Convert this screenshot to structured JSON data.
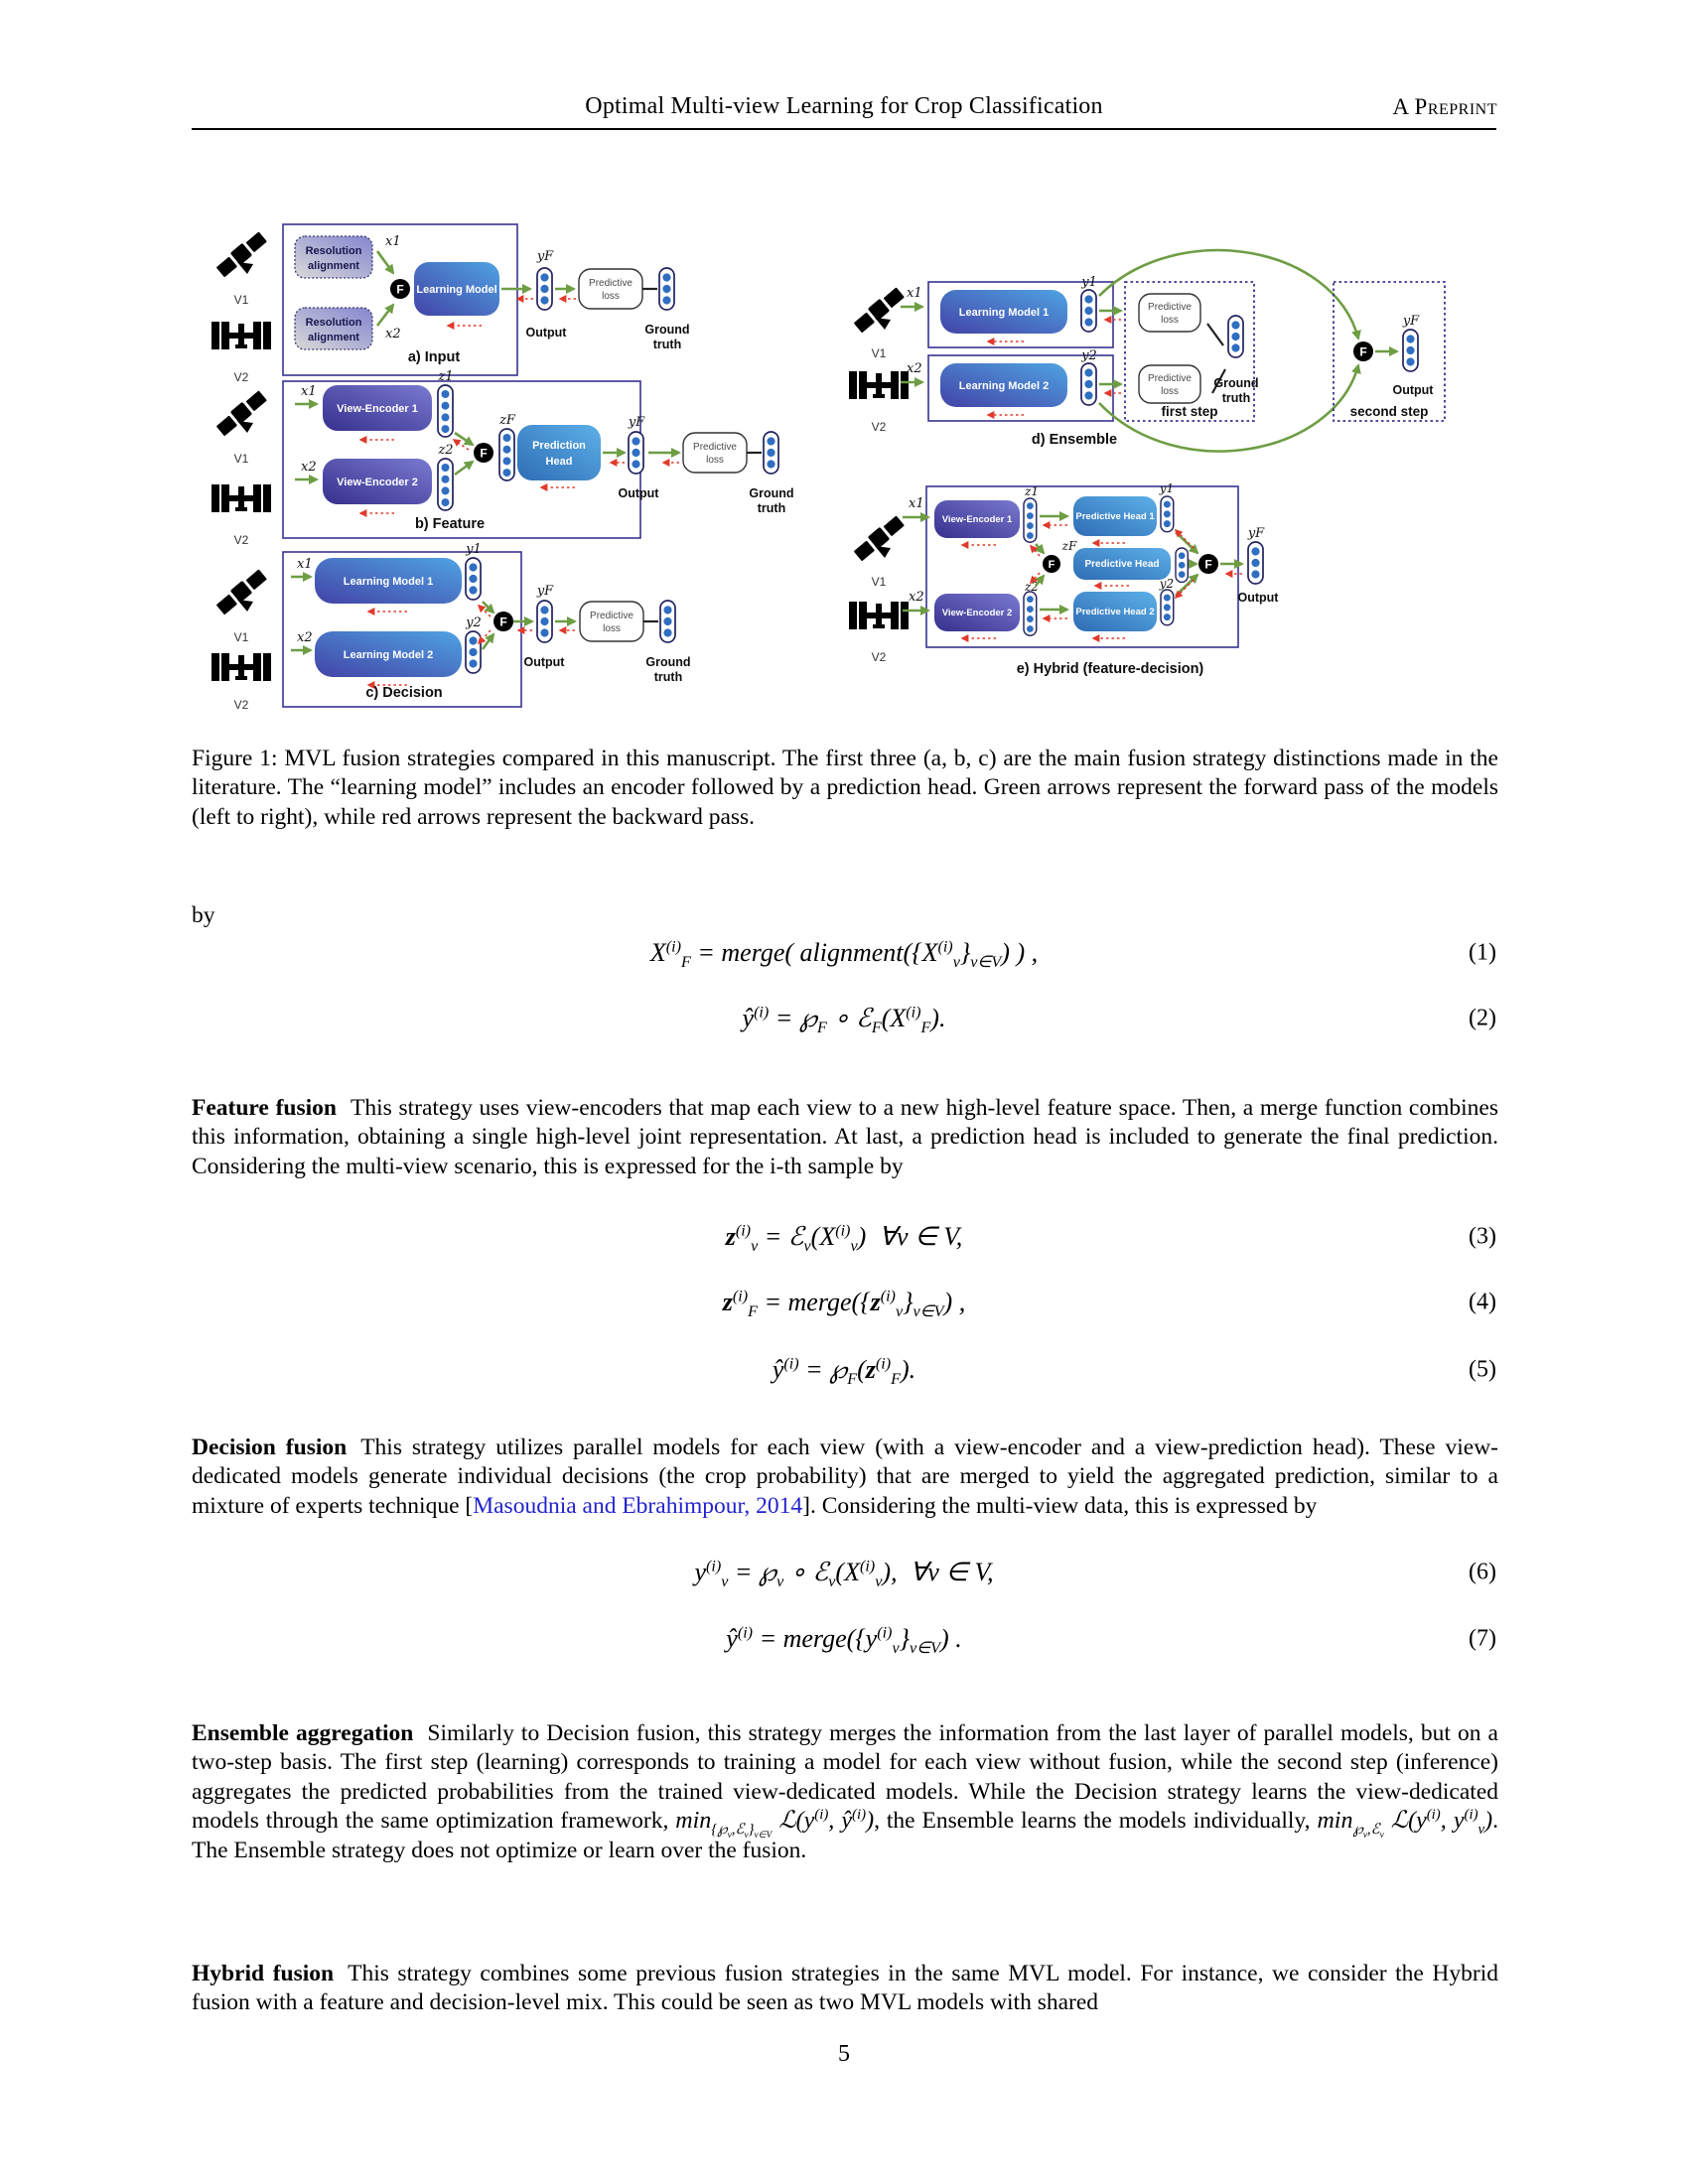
{
  "colors": {
    "link": "#2222cc",
    "green": "#6e9d44",
    "red": "#e03a2c",
    "border": "#37338f"
  },
  "header": {
    "title": "Optimal Multi-view Learning for Crop Classification",
    "tag": "A Preprint"
  },
  "figure": {
    "labels": {
      "v1": "V1",
      "v2": "V2",
      "x1": "x1",
      "x2": "x2",
      "y1": "y1",
      "y2": "y2",
      "z1": "z1",
      "z2": "z2",
      "yf": "yF",
      "zf": "zF",
      "f": "F",
      "output": "Output",
      "predictive": "Predictive",
      "loss": "loss",
      "ground": "Ground",
      "truth": "truth",
      "resolution": "Resolution",
      "alignment": "alignment",
      "first_step": "first step",
      "second_step": "second step"
    },
    "boxes": {
      "learning_model": "Learning Model",
      "learning_model_1": "Learning Model 1",
      "learning_model_2": "Learning Model 2",
      "view_encoder_1": "View-Encoder 1",
      "view_encoder_2": "View-Encoder 2",
      "prediction_head_line1": "Prediction",
      "prediction_head_line2": "Head",
      "predictive_head": "Predictive Head",
      "predictive_head_1": "Predictive Head 1",
      "predictive_head_2": "Predictive Head 2"
    },
    "captions": {
      "a": "a) Input",
      "b": "b) Feature",
      "c": "c) Decision",
      "d": "d) Ensemble",
      "e": "e) Hybrid  (feature-decision)"
    }
  },
  "caption": "Figure 1: MVL fusion strategies compared in this manuscript. The first three (a, b, c) are the main fusion strategy distinctions made in the literature. The “learning model” includes an encoder followed by a prediction head. Green arrows represent the forward pass of the models (left to right), while red arrows represent the backward pass.",
  "sections": {
    "by": "by",
    "feature": {
      "head": "Feature fusion",
      "body": "This strategy uses view-encoders that map each view to a new high-level feature space. Then, a merge function combines this information, obtaining a single high-level joint representation. At last, a prediction head is included to generate the final prediction. Considering the multi-view scenario, this is expressed for the i-th sample by"
    },
    "decision": {
      "head": "Decision fusion",
      "body_pre": "This strategy utilizes parallel models for each view (with a view-encoder and a view-prediction head). These view-dedicated models generate individual decisions (the crop probability) that are merged to yield the aggregated prediction, similar to a mixture of experts technique [",
      "link": "Masoudnia and Ebrahimpour, 2014",
      "body_post": "]. Considering the multi-view data, this is expressed by"
    },
    "ensemble": {
      "head": "Ensemble aggregation",
      "body_1": "Similarly to Decision fusion, this strategy merges the information from the last layer of parallel models, but on a two-step basis. The first step (learning) corresponds to training a model for each view without fusion, while the second step (inference) aggregates the predicted probabilities from the trained view-dedicated models. While the Decision strategy learns the view-dedicated models through the same optimization framework, ",
      "math_1": "min_{{℘_{v},ℰ_{v}}_{v∈V}} ℒ(y^{(i)}, ŷ^{(i)})",
      "body_2": ", the Ensemble learns the models individually, ",
      "math_2": "min_{℘_{v},ℰ_{v}} ℒ(y^{(i)}, y^{(i)}_{v})",
      "body_3": ". The Ensemble strategy does not optimize or learn over the fusion."
    },
    "hybrid": {
      "head": "Hybrid fusion",
      "body": "This strategy combines some previous fusion strategies in the same MVL model. For instance, we consider the Hybrid fusion with a feature and decision-level mix. This could be seen as two MVL models with shared"
    }
  },
  "equations": [
    {
      "math": "X^{(i)}_{F} = merge( alignment({X^{(i)}_{v}}_{v∈V}) ) ,",
      "num": "(1)"
    },
    {
      "math": "ŷ^{(i)} = ℘_{F} ∘ ℰ_{F}(X^{(i)}_{F}).",
      "num": "(2)"
    },
    {
      "math": "*z*^{(i)}_{v} = ℰ_{v}(X^{(i)}_{v})  ∀v ∈ V,",
      "num": "(3)"
    },
    {
      "math": "*z*^{(i)}_{F} = merge({*z*^{(i)}_{v}}_{v∈V}) ,",
      "num": "(4)"
    },
    {
      "math": "ŷ^{(i)} = ℘_{F}(*z*^{(i)}_{F}).",
      "num": "(5)"
    },
    {
      "math": "y^{(i)}_{v} = ℘_{v} ∘ ℰ_{v}(X^{(i)}_{v}),  ∀v ∈ V,",
      "num": "(6)"
    },
    {
      "math": "ŷ^{(i)} = merge({y^{(i)}_{v}}_{v∈V}) .",
      "num": "(7)"
    }
  ],
  "page_number": "5"
}
